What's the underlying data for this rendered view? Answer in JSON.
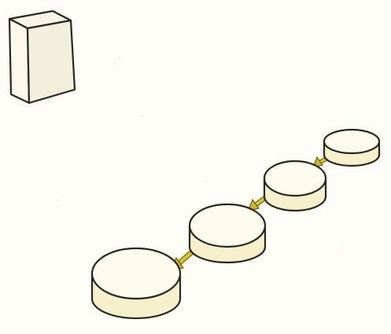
{
  "colors": {
    "paper": "#fefdf8",
    "ink": "#2a2620",
    "block_front": "#fbf9ec",
    "block_side": "#f2efdc",
    "disc_top": "#fdfbee",
    "disc_side": "#f6f1cc",
    "arrow_fill": "#c9b530",
    "arrow_dark": "#8a7a1a"
  },
  "scene": {
    "objects": [
      {
        "kind": "block",
        "name": "upright-block"
      },
      {
        "kind": "disc",
        "name": "disc-1",
        "size_rank": 1
      },
      {
        "kind": "disc",
        "name": "disc-2",
        "size_rank": 2
      },
      {
        "kind": "disc",
        "name": "disc-3",
        "size_rank": 3
      },
      {
        "kind": "disc",
        "name": "disc-4",
        "size_rank": 4
      }
    ],
    "connectors": [
      {
        "from": "disc-1",
        "to": "disc-2",
        "type": "double-arrow"
      },
      {
        "from": "disc-2",
        "to": "disc-3",
        "type": "double-arrow"
      },
      {
        "from": "disc-3",
        "to": "disc-4",
        "type": "double-arrow"
      }
    ]
  }
}
